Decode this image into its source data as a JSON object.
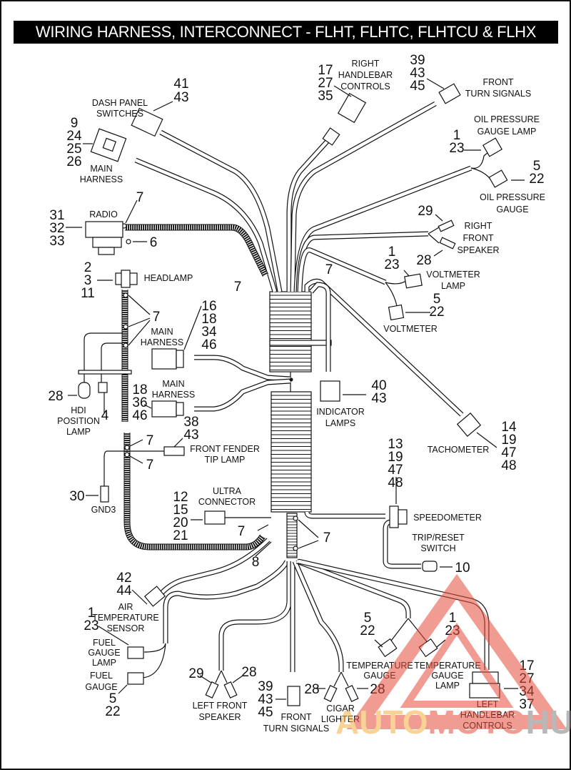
{
  "title": "WIRING HARNESS, INTERCONNECT - FLHT, FLHTC, FLHTCU & FLHX",
  "components": [
    {
      "id": "dash-panel-switches",
      "label": "DASH PANEL SWITCHES",
      "lines": [
        "DASH PANEL",
        "SWITCHES"
      ],
      "callouts": [
        "41",
        "43"
      ]
    },
    {
      "id": "main-harness-top",
      "label": "MAIN HARNESS",
      "lines": [
        "MAIN",
        "HARNESS"
      ],
      "callouts": [
        "9",
        "24",
        "25",
        "26"
      ]
    },
    {
      "id": "right-handlebar-controls",
      "label": "RIGHT HANDLEBAR CONTROLS",
      "lines": [
        "RIGHT",
        "HANDLEBAR",
        "CONTROLS"
      ],
      "callouts": [
        "17",
        "27",
        "35"
      ]
    },
    {
      "id": "front-turn-signals-top",
      "label": "FRONT TURN SIGNALS",
      "lines": [
        "FRONT",
        "TURN SIGNALS"
      ],
      "callouts": [
        "39",
        "43",
        "45"
      ]
    },
    {
      "id": "oil-pressure-gauge-lamp",
      "label": "OIL PRESSURE GAUGE LAMP",
      "lines": [
        "OIL PRESSURE",
        "GAUGE LAMP"
      ],
      "callouts": [
        "1",
        "23"
      ]
    },
    {
      "id": "oil-pressure-gauge",
      "label": "OIL PRESSURE GAUGE",
      "lines": [
        "OIL PRESSURE",
        "GAUGE"
      ],
      "callouts": [
        "5",
        "22"
      ]
    },
    {
      "id": "radio",
      "label": "RADIO",
      "lines": [
        "RADIO"
      ],
      "callouts": [
        "31",
        "32",
        "33"
      ]
    },
    {
      "id": "right-front-speaker",
      "label": "RIGHT FRONT SPEAKER",
      "lines": [
        "RIGHT",
        "FRONT",
        "SPEAKER"
      ],
      "callouts": [
        "29",
        "28"
      ]
    },
    {
      "id": "voltmeter-lamp",
      "label": "VOLTMETER LAMP",
      "lines": [
        "VOLTMETER",
        "LAMP"
      ],
      "callouts": [
        "1",
        "23"
      ]
    },
    {
      "id": "voltmeter",
      "label": "VOLTMETER",
      "lines": [
        "VOLTMETER"
      ],
      "callouts": [
        "5",
        "22"
      ]
    },
    {
      "id": "headlamp",
      "label": "HEADLAMP",
      "lines": [
        "HEADLAMP"
      ],
      "callouts": [
        "2",
        "3",
        "11"
      ]
    },
    {
      "id": "main-harness-mid",
      "label": "MAIN HARNESS",
      "lines": [
        "MAIN",
        "HARNESS"
      ],
      "callouts": [
        "16",
        "18",
        "34",
        "46"
      ]
    },
    {
      "id": "main-harness-lower",
      "label": "MAIN HARNESS",
      "lines": [
        "MAIN",
        "HARNESS"
      ],
      "callouts": [
        "18",
        "36",
        "46"
      ]
    },
    {
      "id": "hdi-position-lamp",
      "label": "HDI POSITION LAMP",
      "lines": [
        "HDI",
        "POSITION",
        "LAMP"
      ],
      "callouts": [
        "28",
        "4"
      ]
    },
    {
      "id": "indicator-lamps",
      "label": "INDICATOR LAMPS",
      "lines": [
        "INDICATOR",
        "LAMPS"
      ],
      "callouts": [
        "40",
        "43"
      ]
    },
    {
      "id": "tachometer",
      "label": "TACHOMETER",
      "lines": [
        "TACHOMETER"
      ],
      "callouts": [
        "14",
        "19",
        "47",
        "48"
      ]
    },
    {
      "id": "front-fender-tip-lamp",
      "label": "FRONT FENDER TIP LAMP",
      "lines": [
        "FRONT FENDER",
        "TIP LAMP"
      ],
      "callouts": [
        "38",
        "43"
      ]
    },
    {
      "id": "gnd3",
      "label": "GND3",
      "lines": [
        "GND3"
      ],
      "callouts": [
        "30"
      ]
    },
    {
      "id": "ultra-connector",
      "label": "ULTRA CONNECTOR",
      "lines": [
        "ULTRA",
        "CONNECTOR"
      ],
      "callouts": [
        "12",
        "15",
        "20",
        "21"
      ]
    },
    {
      "id": "speedometer",
      "label": "SPEEDOMETER",
      "lines": [
        "SPEEDOMETER"
      ],
      "callouts": [
        "13",
        "19",
        "47",
        "48"
      ]
    },
    {
      "id": "trip-reset-switch",
      "label": "TRIP/RESET SWITCH",
      "lines": [
        "TRIP/RESET",
        "SWITCH"
      ],
      "callouts": [
        "10"
      ]
    },
    {
      "id": "air-temperature-sensor",
      "label": "AIR TEMPERATURE SENSOR",
      "lines": [
        "AIR",
        "TEMPERATURE",
        "SENSOR"
      ],
      "callouts": [
        "42",
        "44"
      ]
    },
    {
      "id": "fuel-gauge-lamp",
      "label": "FUEL GAUGE LAMP",
      "lines": [
        "FUEL",
        "GAUGE",
        "LAMP"
      ],
      "callouts": [
        "1",
        "23"
      ]
    },
    {
      "id": "fuel-gauge",
      "label": "FUEL GAUGE",
      "lines": [
        "FUEL",
        "GAUGE"
      ],
      "callouts": [
        "5",
        "22"
      ]
    },
    {
      "id": "left-front-speaker",
      "label": "LEFT FRONT SPEAKER",
      "lines": [
        "LEFT FRONT",
        "SPEAKER"
      ],
      "callouts": [
        "29",
        "28"
      ]
    },
    {
      "id": "front-turn-signals-bottom",
      "label": "FRONT TURN SIGNALS",
      "lines": [
        "FRONT",
        "TURN SIGNALS"
      ],
      "callouts": [
        "39",
        "43",
        "45"
      ]
    },
    {
      "id": "cigar-lighter",
      "label": "CIGAR LIGHTER",
      "lines": [
        "CIGAR",
        "LIGHTER"
      ],
      "callouts": [
        "28",
        "28"
      ]
    },
    {
      "id": "temperature-gauge",
      "label": "TEMPERATURE GAUGE",
      "lines": [
        "TEMPERATURE",
        "GAUGE"
      ],
      "callouts": [
        "5",
        "22"
      ]
    },
    {
      "id": "temperature-gauge-lamp",
      "label": "TEMPERATURE GAUGE LAMP",
      "lines": [
        "TEMPERATURE",
        "GAUGE",
        "LAMP"
      ],
      "callouts": [
        "1",
        "23"
      ]
    },
    {
      "id": "left-handlebar-controls",
      "label": "LEFT HANDLEBAR CONTROLS",
      "lines": [
        "LEFT",
        "HANDLEBAR",
        "CONTROLS"
      ],
      "callouts": [
        "17",
        "27",
        "34",
        "37"
      ]
    }
  ],
  "clip_callouts": [
    "7",
    "6",
    "8"
  ],
  "watermark": {
    "part1": "AUTO",
    "part2": "MOTO",
    "part3": "HUB",
    "colors": {
      "part1": "#f5b041",
      "part2": "#e74c3c",
      "part3": "#7f7f7f",
      "logo": "#e74c3c"
    }
  }
}
